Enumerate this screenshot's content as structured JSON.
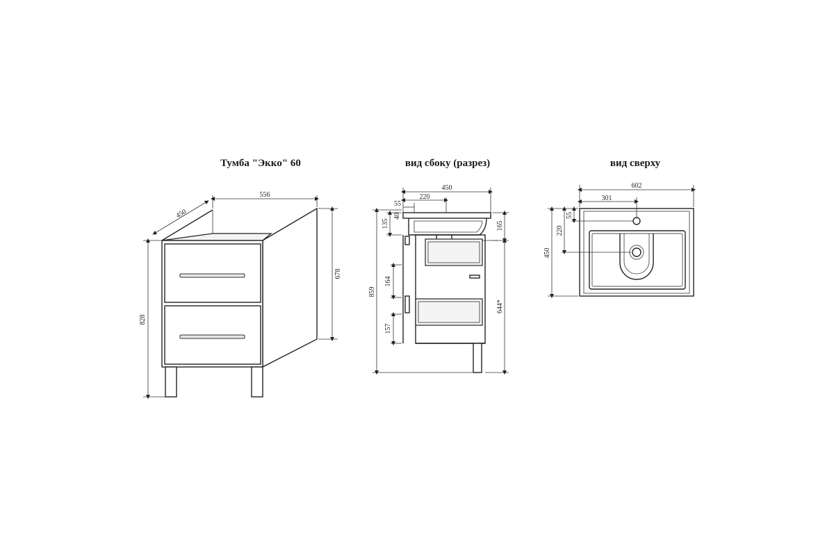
{
  "views": {
    "front": {
      "title": "Тумба \"Экко\" 60"
    },
    "side": {
      "title": "вид сбоку (разрез)"
    },
    "top": {
      "title": "вид сверху"
    }
  },
  "dimensions": {
    "front": {
      "width": "556",
      "depth": "450",
      "height_total": "828",
      "height_body": "678"
    },
    "side": {
      "depth": "450",
      "drain_offset": "220",
      "top_gap": "55",
      "rim": "40",
      "sink_height": "135",
      "upper_section": "165",
      "drawer_upper": "164",
      "drawer_lower": "157",
      "total_height": "859",
      "body_height": "644*"
    },
    "top": {
      "width": "602",
      "tap_offset": "301",
      "tap_from_back": "55",
      "drain_from_back": "220",
      "depth": "450"
    }
  }
}
